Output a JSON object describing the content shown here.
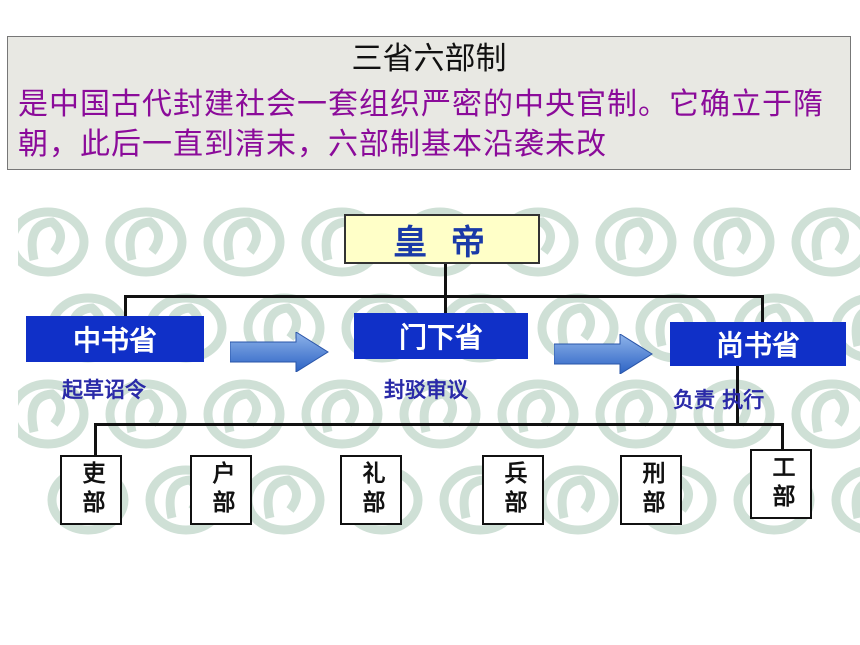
{
  "title": "三省六部制",
  "description": "是中国古代封建社会一套组织严密的中央官制。它确立于隋朝，此后一直到清末，六部制基本沿袭未改",
  "colors": {
    "description": "#8b0b9a",
    "box_blue": "#1030c8",
    "note_blue": "#2a2aa8",
    "emperor_bg": "#ffffc8",
    "emperor_text": "#1a3aa8"
  },
  "diagram": {
    "emperor": "皇 帝",
    "provinces": [
      {
        "name": "中书省",
        "role": "起草诏令"
      },
      {
        "name": "门下省",
        "role": "封驳审议"
      },
      {
        "name": "尚书省",
        "role": "负责 执行"
      }
    ],
    "departments": [
      "吏部",
      "户部",
      "礼部",
      "兵部",
      "刑部",
      "工部"
    ]
  }
}
